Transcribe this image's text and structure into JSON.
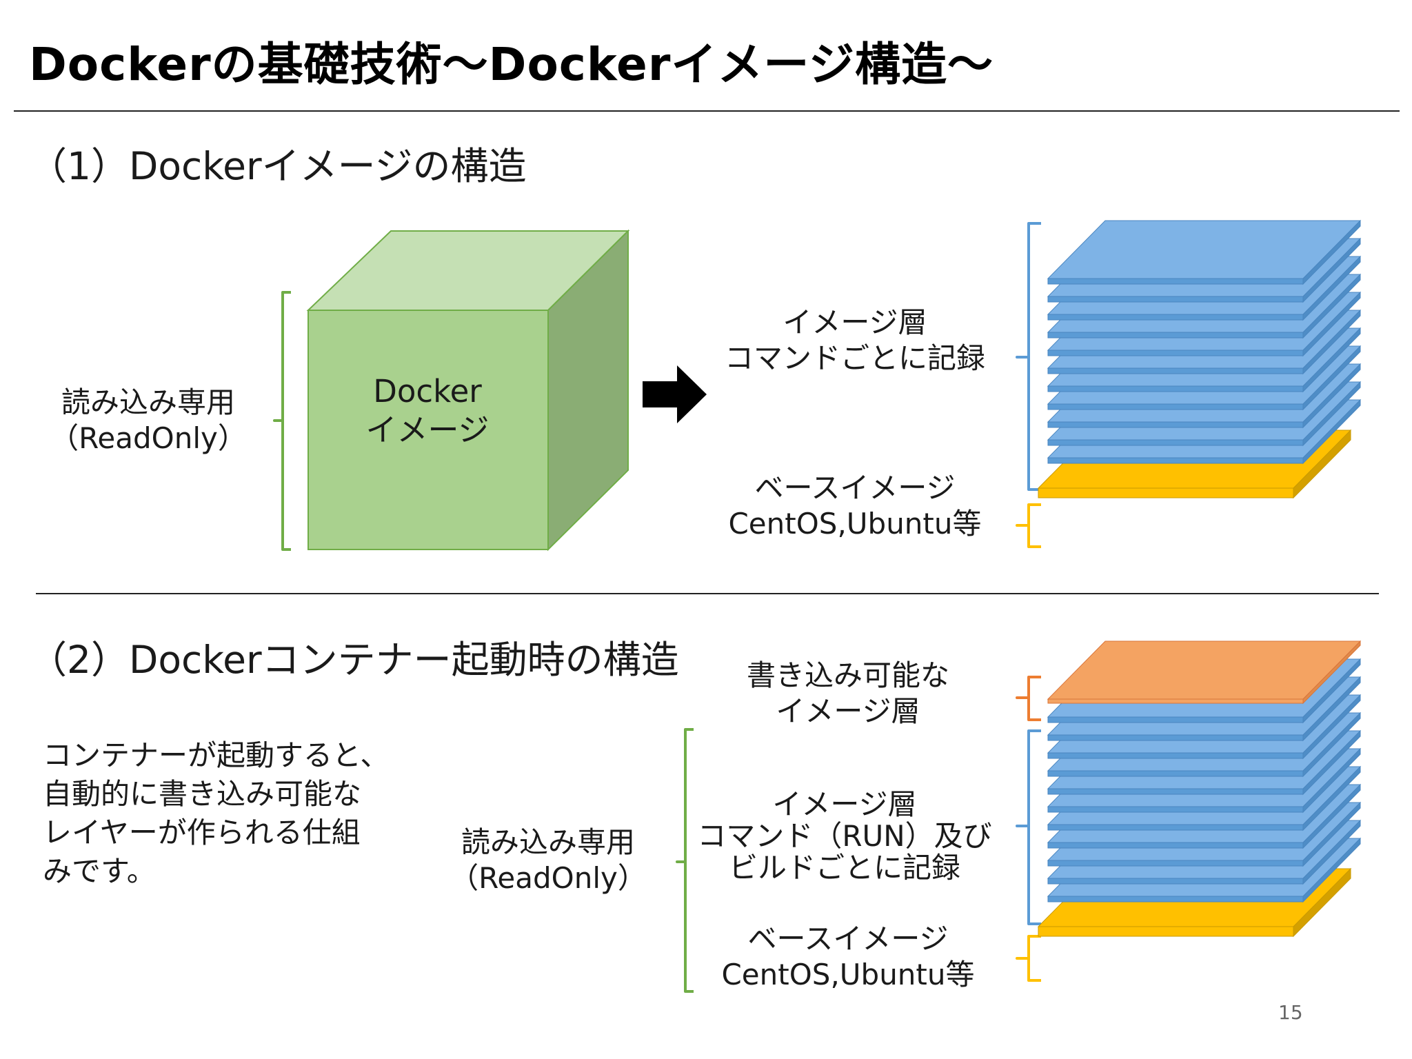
{
  "slide": {
    "title": "Dockerの基礎技術〜Dockerイメージ構造〜",
    "page_number": "15"
  },
  "section1": {
    "heading": "（1）Dockerイメージの構造",
    "readonly_label": {
      "line1": "読み込み専用",
      "line2": "（ReadOnly）"
    },
    "cube_label": {
      "line1": "Docker",
      "line2": "イメージ"
    },
    "image_layer_label": {
      "line1": "イメージ層",
      "line2": "コマンドごとに記録"
    },
    "base_image_label": {
      "line1": "ベースイメージ",
      "line2": "CentOS,Ubuntu等"
    },
    "image_layer_count": 11
  },
  "section2": {
    "heading": "（2）Dockerコンテナー起動時の構造",
    "description": {
      "line1": "コンテナーが起動すると、",
      "line2": "自動的に書き込み可能な",
      "line3": "レイヤーが作られる仕組",
      "line4": "みです。"
    },
    "readonly_label": {
      "line1": "読み込み専用",
      "line2": "（ReadOnly）"
    },
    "writable_layer_label": {
      "line1": "書き込み可能な",
      "line2": "イメージ層"
    },
    "image_layer_label": {
      "line1": "イメージ層",
      "line2": "コマンド（RUN）及び",
      "line3": "ビルドごとに記録"
    },
    "base_image_label": {
      "line1": "ベースイメージ",
      "line2": "CentOS,Ubuntu等"
    },
    "image_layer_count": 11
  },
  "colors": {
    "cube_front": "#a9d18e",
    "cube_top": "#c5e0b4",
    "cube_side": "#8aad74",
    "cube_stroke": "#70ad47",
    "green_bracket": "#70ad47",
    "blue_layer": "#5b9bd5",
    "blue_layer_top": "#7eb3e6",
    "blue_bracket": "#5b9bd5",
    "base_layer": "#ffc000",
    "base_side": "#d4a000",
    "orange_layer": "#f4a362",
    "orange_bracket": "#ed7d31",
    "arrow": "#000000"
  }
}
